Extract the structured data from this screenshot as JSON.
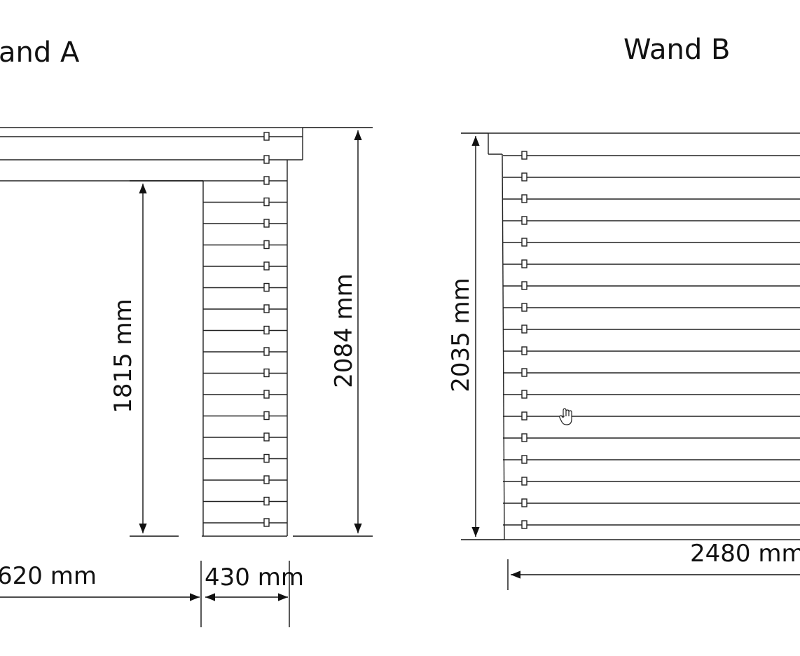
{
  "wall_a": {
    "title": "and A",
    "dimensions": {
      "door_height": "1815 mm",
      "total_height": "2084 mm",
      "opening_width": "620 mm",
      "side_width": "430 mm"
    }
  },
  "wall_b": {
    "title": "Wand B",
    "dimensions": {
      "total_height": "2035 mm",
      "total_width": "2480 mm"
    }
  },
  "icons": {
    "cursor": "hand-pointer-icon"
  }
}
